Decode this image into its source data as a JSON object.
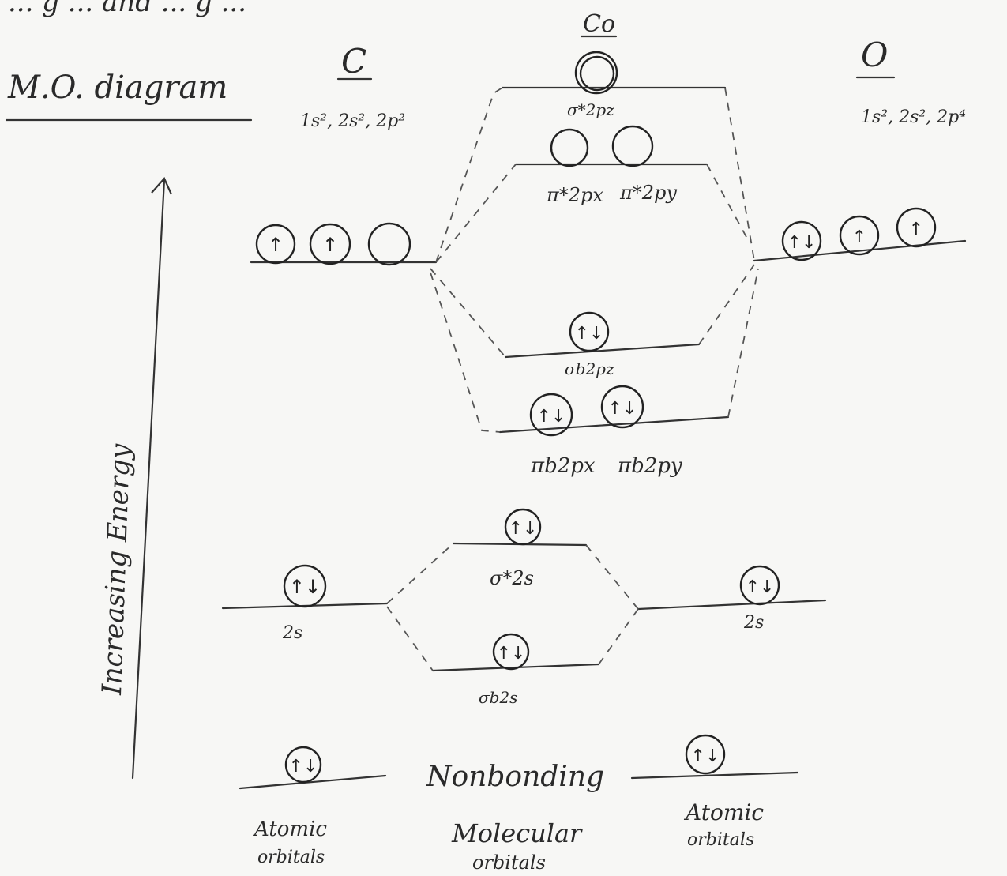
{
  "top_fragment": "... g ... and ... g ...",
  "heading": "M.O. diagram",
  "molecule": "Co",
  "atom_left": {
    "symbol": "C",
    "config": "1s², 2s², 2p²"
  },
  "atom_right": {
    "symbol": "O",
    "config": "1s², 2s², 2p⁴"
  },
  "axis_label": "Increasing Energy",
  "levels": {
    "sigma_star_2pz": {
      "label": "σ*2pz",
      "electrons": [
        ""
      ]
    },
    "pi_star": {
      "labels": [
        "π*2px",
        "π*2py"
      ],
      "electrons": [
        "",
        ""
      ]
    },
    "c_2p": {
      "electrons": [
        "↑",
        "↑",
        ""
      ]
    },
    "o_2p": {
      "electrons": [
        "↑↓",
        "↑",
        "↑"
      ]
    },
    "sigma_b_2pz": {
      "label": "σb2pz",
      "electrons": [
        "↑↓"
      ]
    },
    "pi_b": {
      "labels": [
        "πb2px",
        "πb2py"
      ],
      "electrons": [
        "↑↓",
        "↑↓"
      ]
    },
    "sigma_star_2s": {
      "label": "σ*2s",
      "electrons": [
        "↑↓"
      ]
    },
    "c_2s": {
      "label": "2s",
      "electrons": [
        "↑↓"
      ]
    },
    "o_2s": {
      "label": "2s",
      "electrons": [
        "↑↓"
      ]
    },
    "sigma_b_2s": {
      "label": "σb2s",
      "electrons": [
        "↑↓"
      ]
    },
    "nb_left": {
      "electrons": [
        "↑↓"
      ]
    },
    "nb_right": {
      "electrons": [
        "↑↓"
      ]
    }
  },
  "nonbonding_label": "Nonbonding",
  "footer": {
    "left": [
      "Atomic",
      "orbitals"
    ],
    "center": [
      "Molecular",
      "orbitals"
    ],
    "right": [
      "Atomic",
      "orbitals"
    ]
  }
}
